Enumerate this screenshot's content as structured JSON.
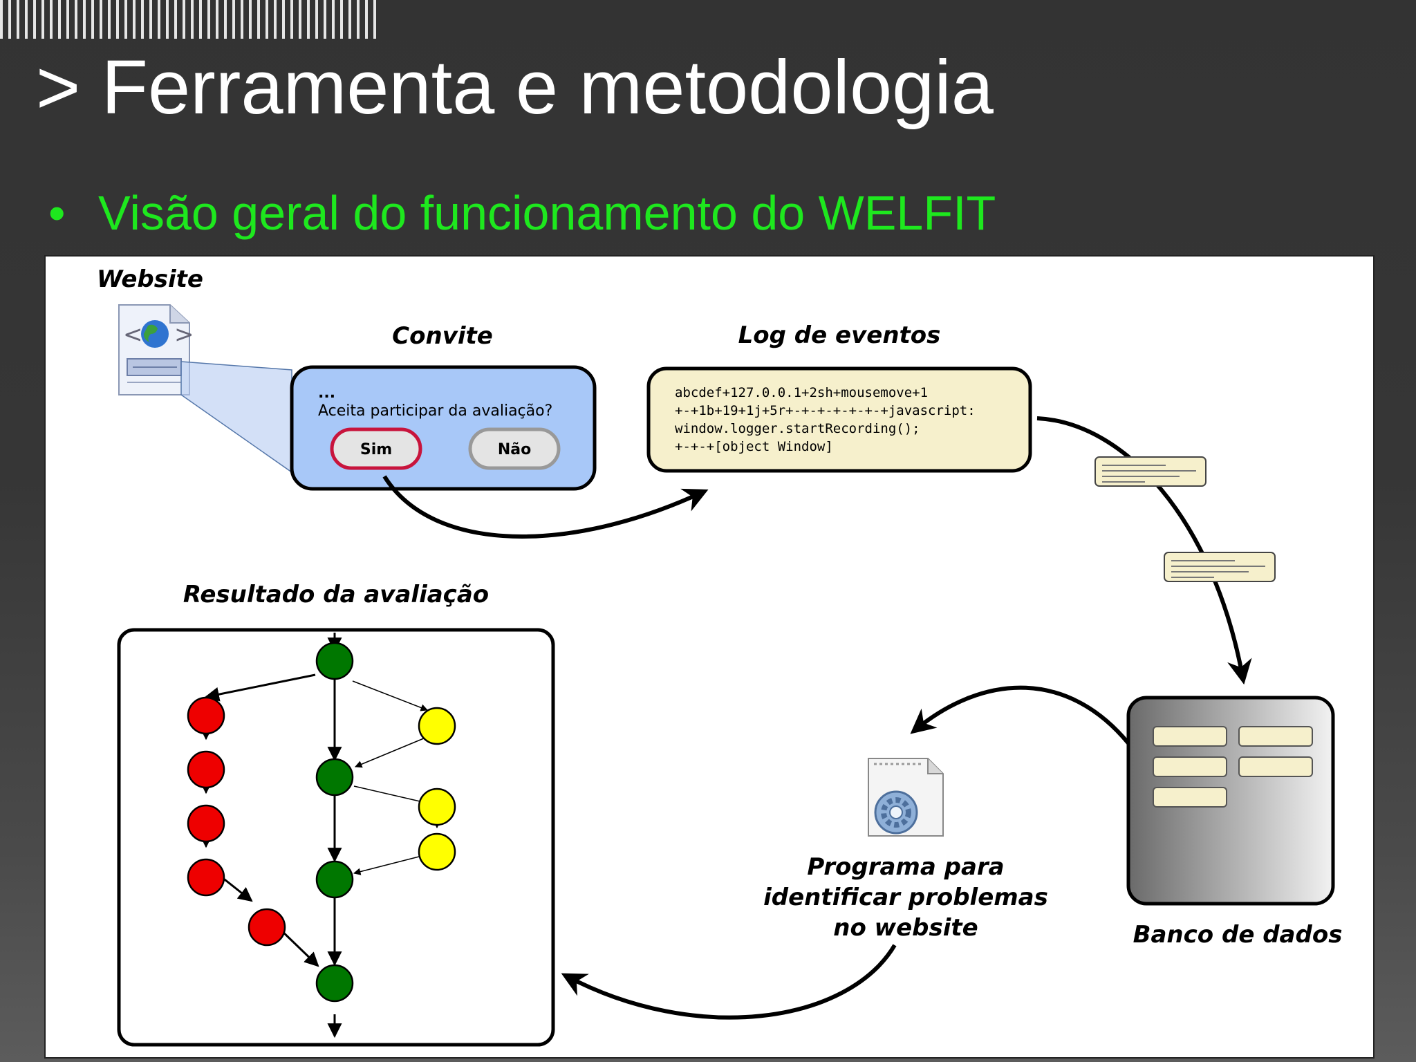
{
  "slide": {
    "title": "> Ferramenta e metodologia",
    "bullet": "Visão geral do funcionamento do WELFIT"
  },
  "diagram": {
    "website_label": "Website",
    "convite": {
      "label": "Convite",
      "ellipsis": "...",
      "question": "Aceita participar da avaliação?",
      "yes": "Sim",
      "no": "Não"
    },
    "log": {
      "label": "Log de eventos",
      "lines": [
        "abcdef+127.0.0.1+2sh+mousemove+1",
        "+-+1b+19+1j+5r+-+-+-+-+-+-+javascript:",
        "window.logger.startRecording();",
        "+-+-+[object Window]"
      ]
    },
    "resultado_label": "Resultado da avaliação",
    "programa_label": [
      "Programa para",
      "identificar problemas",
      "no website"
    ],
    "banco_label": "Banco de dados"
  },
  "colors": {
    "title": "#ffffff",
    "bullet": "#1ee81e",
    "convite_box": "#a8c8f8",
    "log_box": "#f6f0cc",
    "sim_border": "#c8143c",
    "node_red": "#ee0000",
    "node_green": "#007700",
    "node_yellow": "#ffff00"
  }
}
